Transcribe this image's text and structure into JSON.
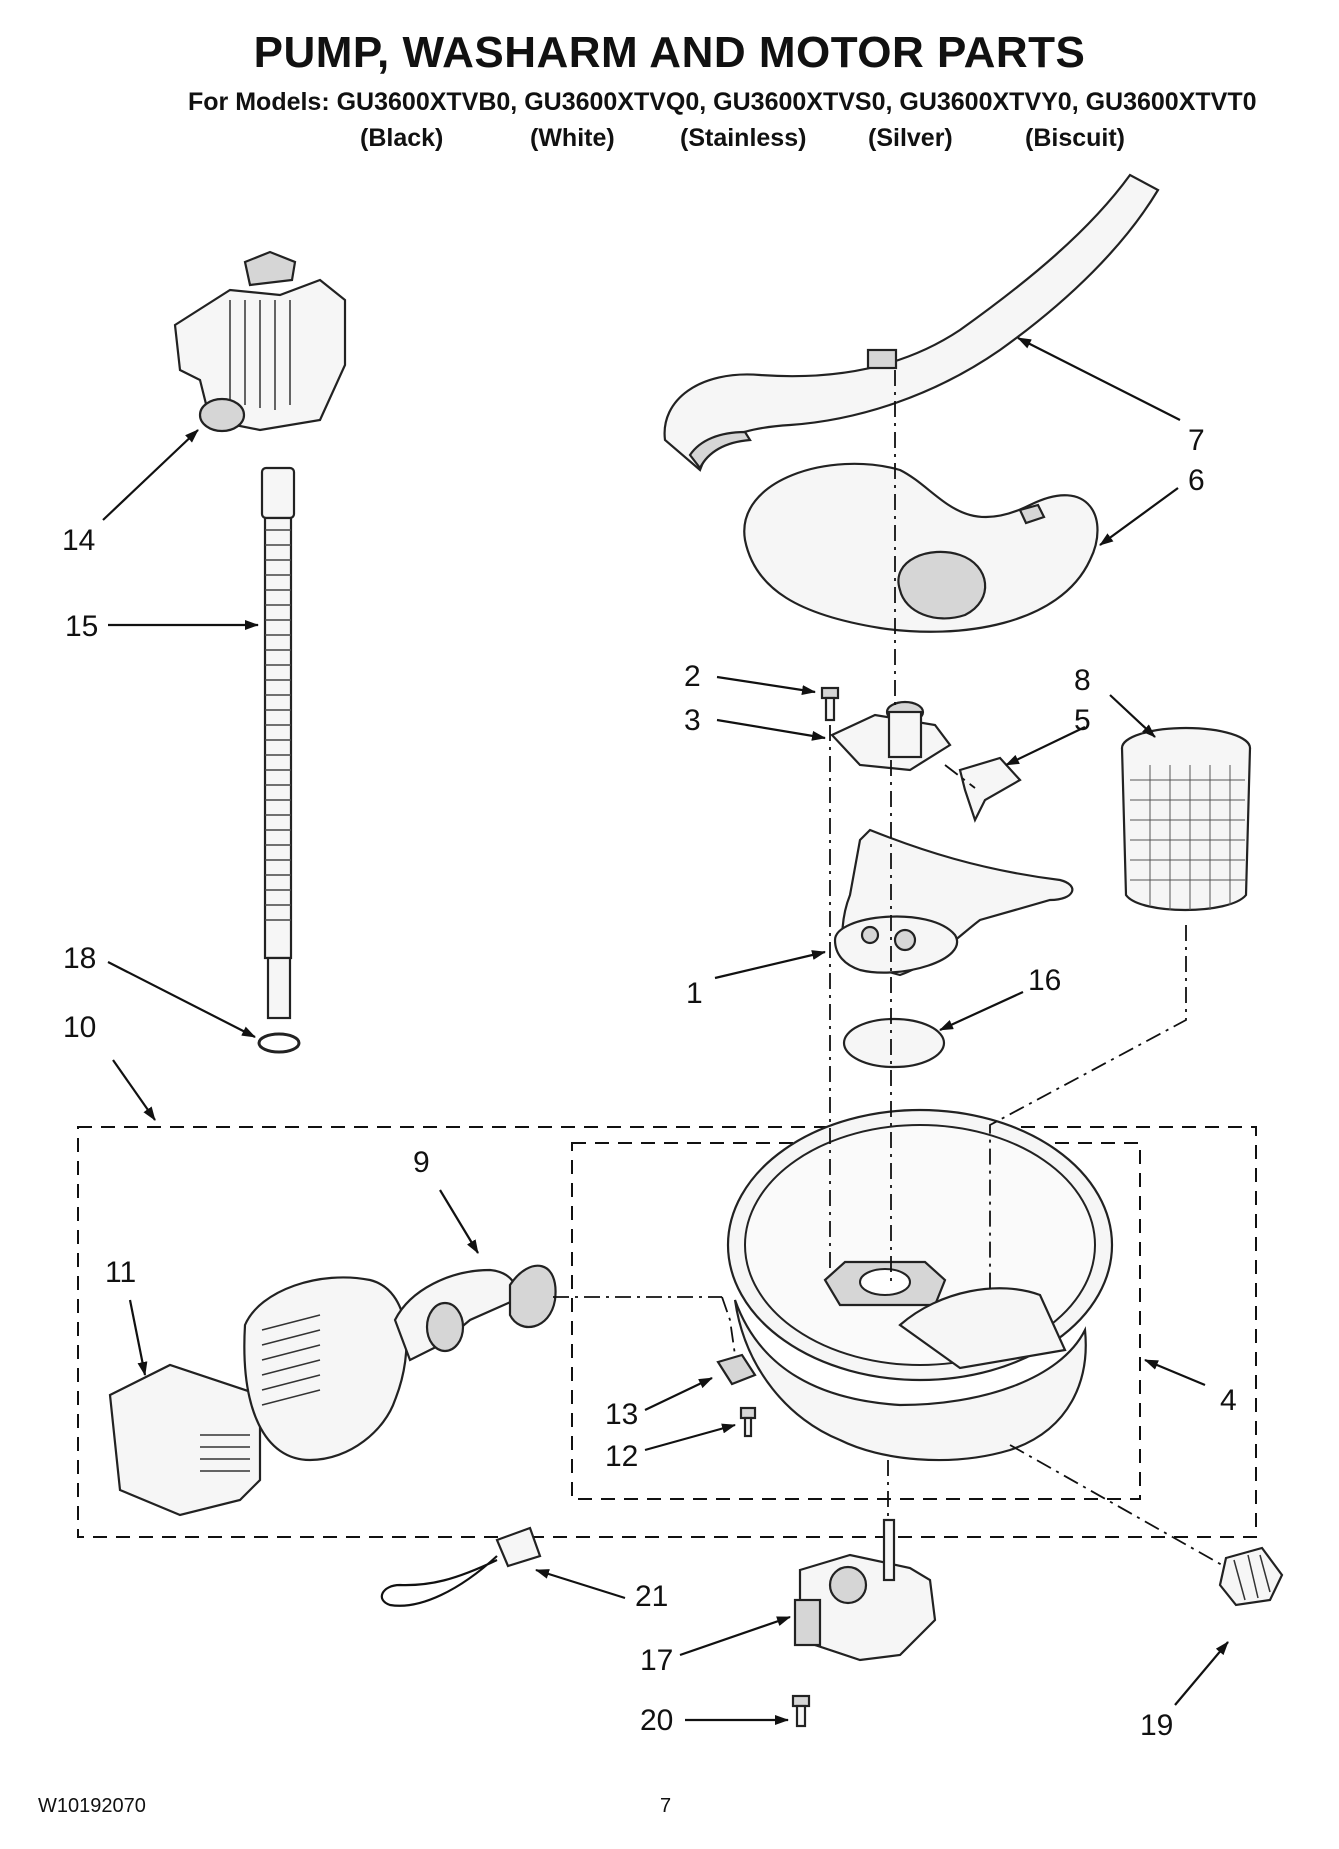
{
  "header": {
    "title": "PUMP, WASHARM AND MOTOR PARTS",
    "models_line": "For Models: GU3600XTVB0, GU3600XTVQ0, GU3600XTVS0, GU3600XTVY0, GU3600XTVT0",
    "colors": [
      "(Black)",
      "(White)",
      "(Stainless)",
      "(Silver)",
      "(Biscuit)"
    ]
  },
  "callouts": {
    "c1": "1",
    "c2": "2",
    "c3": "3",
    "c4": "4",
    "c5": "5",
    "c6": "6",
    "c7": "7",
    "c8": "8",
    "c9": "9",
    "c10": "10",
    "c11": "11",
    "c12": "12",
    "c13": "13",
    "c14": "14",
    "c15": "15",
    "c16": "16",
    "c17": "17",
    "c18": "18",
    "c19": "19",
    "c20": "20",
    "c21": "21"
  },
  "footer": {
    "doc_number": "W10192070",
    "page_number": "7"
  }
}
